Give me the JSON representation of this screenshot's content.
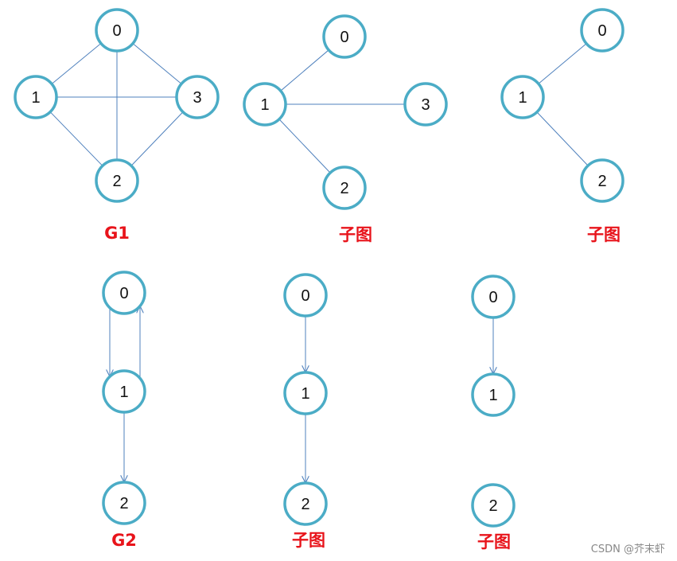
{
  "colors": {
    "node_stroke": "#4bacc6",
    "edge": "#4f81bd",
    "caption": "#e8141b",
    "watermark": "#888888"
  },
  "graphs": [
    {
      "id": "g1",
      "caption": "G1",
      "directed": false,
      "nodes": [
        "0",
        "1",
        "2",
        "3"
      ],
      "edges": [
        [
          "0",
          "1"
        ],
        [
          "0",
          "3"
        ],
        [
          "0",
          "2"
        ],
        [
          "1",
          "3"
        ],
        [
          "1",
          "2"
        ],
        [
          "2",
          "3"
        ]
      ]
    },
    {
      "id": "g1-sub-a",
      "caption": "子图",
      "directed": false,
      "nodes": [
        "0",
        "1",
        "2",
        "3"
      ],
      "edges": [
        [
          "0",
          "1"
        ],
        [
          "1",
          "3"
        ],
        [
          "1",
          "2"
        ]
      ]
    },
    {
      "id": "g1-sub-b",
      "caption": "子图",
      "directed": false,
      "nodes": [
        "0",
        "1",
        "2"
      ],
      "edges": [
        [
          "0",
          "1"
        ],
        [
          "1",
          "2"
        ]
      ]
    },
    {
      "id": "g2",
      "caption": "G2",
      "directed": true,
      "nodes": [
        "0",
        "1",
        "2"
      ],
      "edges": [
        [
          "0",
          "1"
        ],
        [
          "1",
          "0"
        ],
        [
          "1",
          "2"
        ]
      ]
    },
    {
      "id": "g2-sub-a",
      "caption": "子图",
      "directed": true,
      "nodes": [
        "0",
        "1",
        "2"
      ],
      "edges": [
        [
          "0",
          "1"
        ],
        [
          "1",
          "2"
        ]
      ]
    },
    {
      "id": "g2-sub-b",
      "caption": "子图",
      "directed": true,
      "nodes": [
        "0",
        "1",
        "2"
      ],
      "edges": [
        [
          "0",
          "1"
        ]
      ]
    }
  ],
  "watermark": "CSDN @芥末虾"
}
